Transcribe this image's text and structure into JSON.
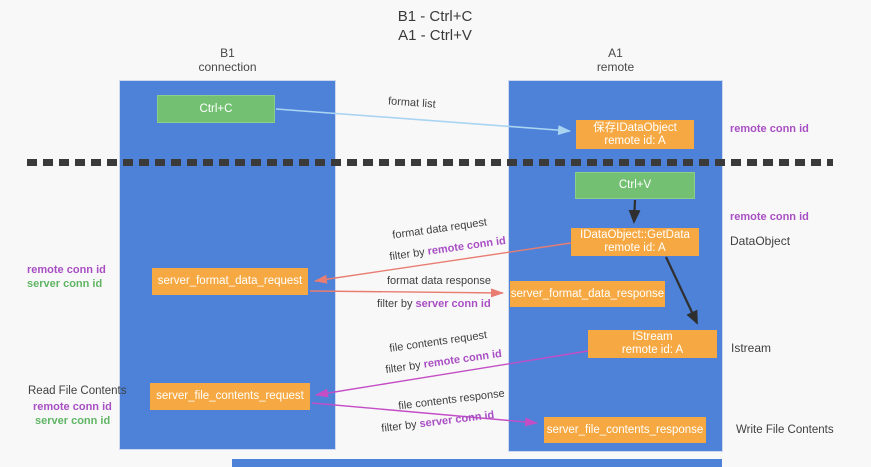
{
  "title": {
    "line1": "B1 - Ctrl+C",
    "line2": "A1 - Ctrl+V"
  },
  "lanes": {
    "left": {
      "name": "B1",
      "role": "connection"
    },
    "right": {
      "name": "A1",
      "role": "remote"
    }
  },
  "nodes": {
    "ctrl_c": {
      "label": "Ctrl+C"
    },
    "save_idataobject": {
      "line1": "保存IDataObject",
      "line2": "remote id: A"
    },
    "ctrl_v": {
      "label": "Ctrl+V"
    },
    "getdata": {
      "line1": "IDataObject::GetData",
      "line2": "remote id: A"
    },
    "server_format_data_request": {
      "label": "server_format_data_request"
    },
    "server_format_data_response": {
      "label": "server_format_data_response"
    },
    "istream": {
      "line1": "IStream",
      "line2": "remote id: A"
    },
    "server_file_contents_request": {
      "label": "server_file_contents_request"
    },
    "server_file_contents_response": {
      "label": "server_file_contents_response"
    }
  },
  "edges": {
    "format_list": "format list",
    "format_data_request": "format data request",
    "format_data_response": "format data response",
    "file_contents_request": "file contents request",
    "file_contents_response": "file contents response",
    "filter_by": "filter by",
    "remote_conn_id": "remote conn id",
    "server_conn_id": "server conn id"
  },
  "annotations": {
    "left": {
      "remote_conn_id_top": "remote conn id",
      "server_conn_id_top": "server conn id",
      "read_file_contents": "Read File Contents",
      "remote_conn_id_bottom": "remote conn id",
      "server_conn_id_bottom": "server conn id"
    },
    "right": {
      "remote_conn_id_top": "remote conn id",
      "remote_conn_id_mid": "remote conn id",
      "dataobject": "DataObject",
      "istream": "Istream",
      "write_file_contents": "Write File Contents"
    }
  },
  "colors": {
    "lane_blue": "#4d82d8",
    "node_orange": "#f6a942",
    "node_green": "#74c073",
    "arrow_light_blue": "#a9d4f2",
    "arrow_black": "#2f2f2f",
    "arrow_red": "#e87d72",
    "arrow_magenta": "#c44ec6",
    "text_purple": "#a94fc4",
    "text_green": "#5fb564",
    "text_dark": "#3f3f3f"
  }
}
